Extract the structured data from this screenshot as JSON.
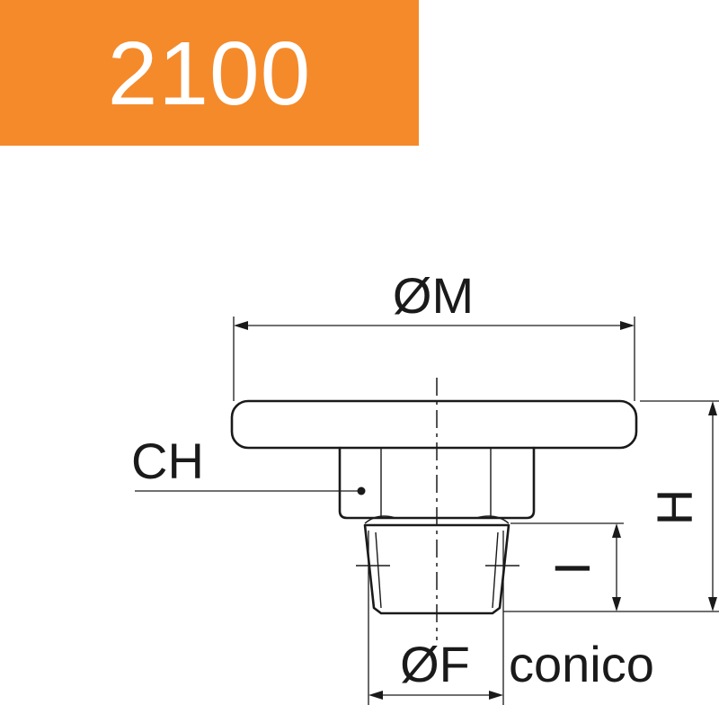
{
  "header": {
    "code": "2100",
    "background_color": "#f58a2a"
  },
  "dimensions": {
    "diameter_m": "ØM",
    "wrench_size": "CH",
    "height_total": "H",
    "thread_length": "I",
    "diameter_f": "ØF",
    "thread_type": "conico"
  }
}
